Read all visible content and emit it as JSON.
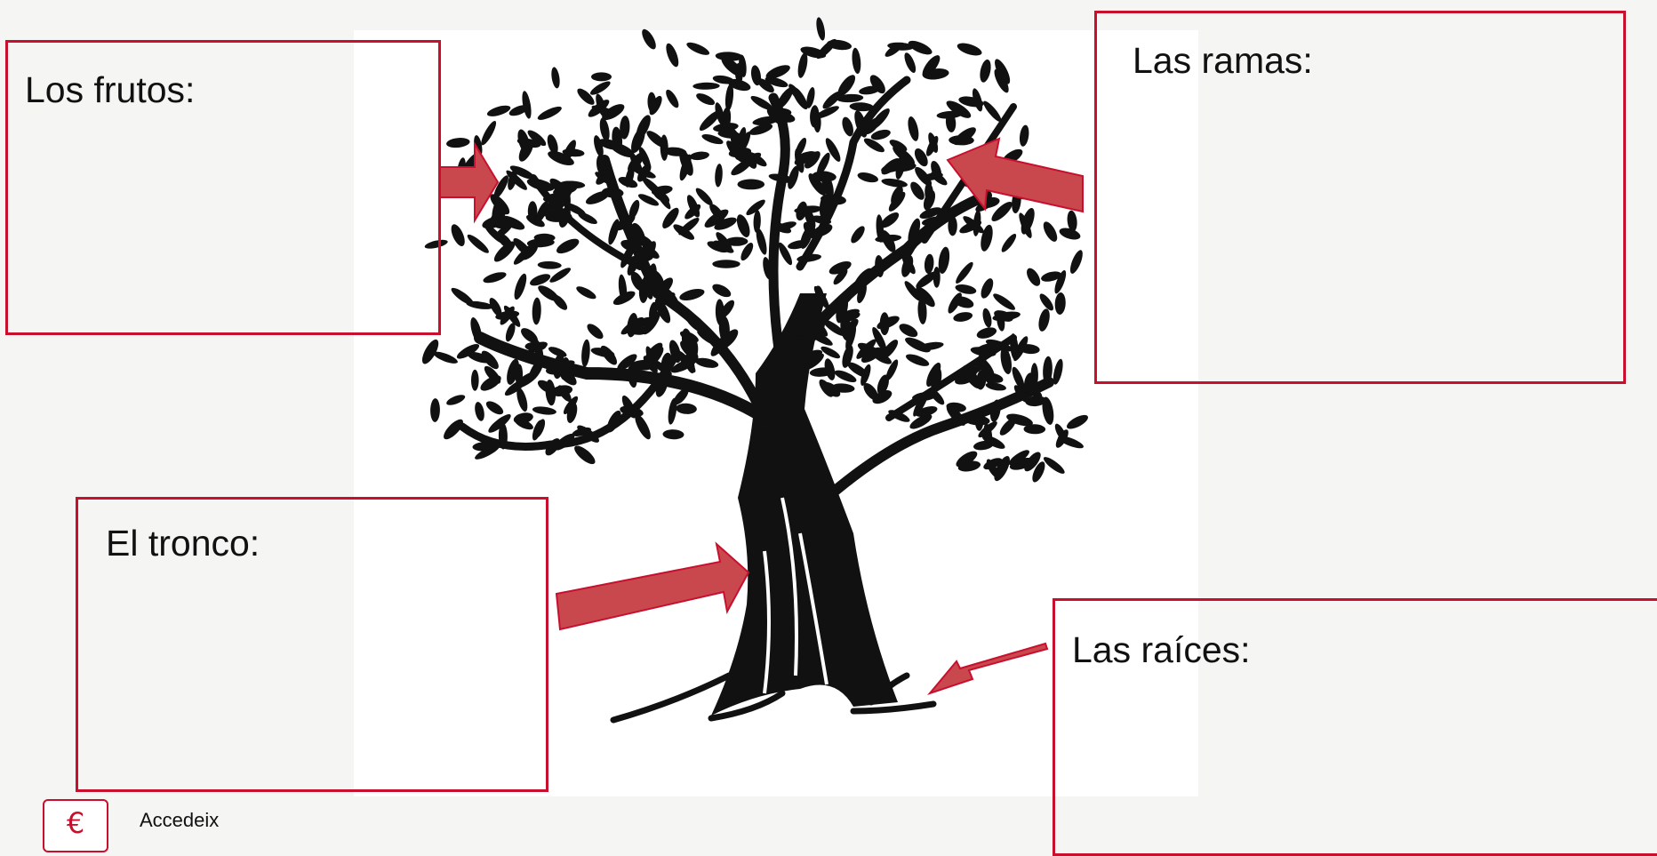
{
  "labels": {
    "frutos": "Los frutos:",
    "ramas": "Las ramas:",
    "tronco": "El tronco:",
    "raices": "Las raíces:"
  },
  "footer": {
    "icon": "euro-icon",
    "icon_glyph": "€",
    "text": "Accedeix"
  },
  "colors": {
    "accent": "#c8102e",
    "arrow_fill": "#c8484e",
    "tree": "#111111",
    "background": "#f5f5f3"
  }
}
